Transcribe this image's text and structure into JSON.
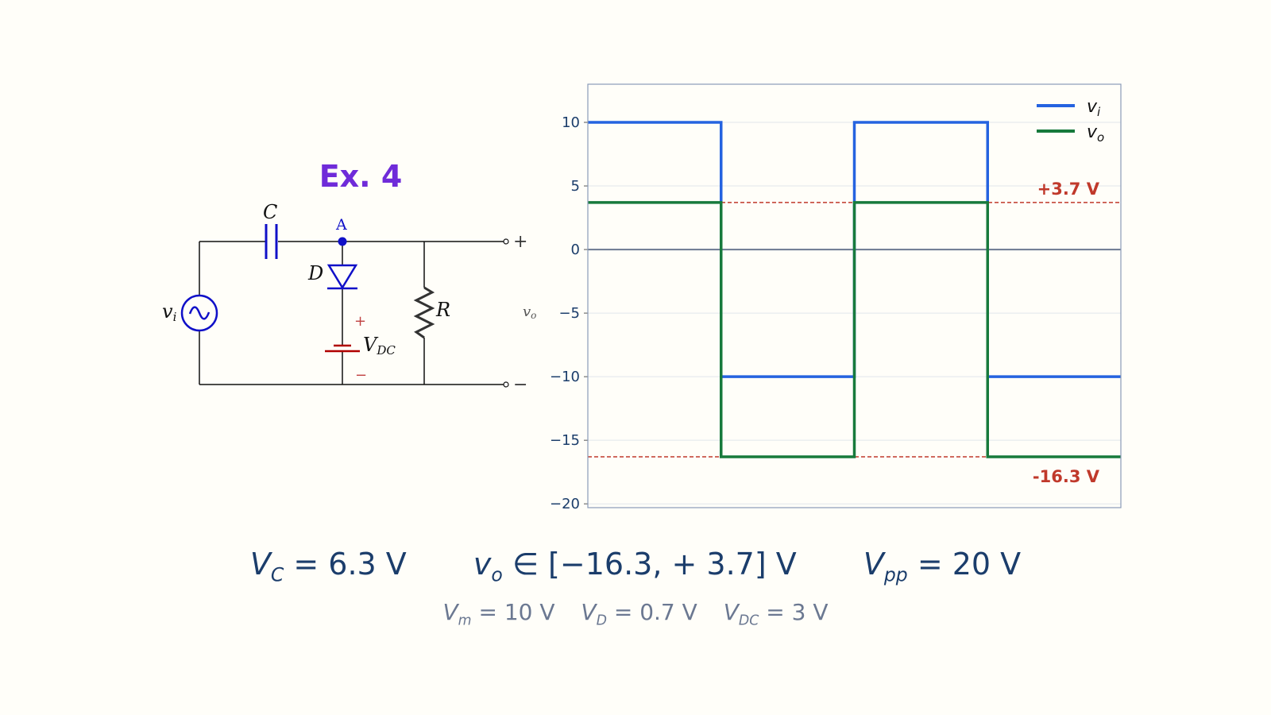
{
  "title": "Ex. 4",
  "colors": {
    "title": "#6f2bd9",
    "circuit_blue": "#1010c8",
    "battery_red": "#b00000",
    "vi": "#2563e0",
    "vo": "#177a3c",
    "clamp_lines": "#c0392b",
    "text": "#1b3d6b",
    "muted": "#6b7891"
  },
  "circuit": {
    "labels": {
      "capacitor": "C",
      "node": "A",
      "diode": "D",
      "resistor": "R",
      "source": "v",
      "source_sub": "i",
      "output": "v",
      "output_sub": "o",
      "battery": "V",
      "battery_sub": "DC",
      "plus": "+",
      "minus": "−"
    }
  },
  "chart_data": {
    "type": "line",
    "ylim": [
      -20.3,
      13
    ],
    "xlim": [
      0,
      4
    ],
    "yticks": [
      10,
      5,
      0,
      -5,
      -10,
      -15,
      -20
    ],
    "ytick_labels": [
      "10",
      "5",
      "0",
      "−5",
      "−10",
      "−15",
      "−20"
    ],
    "grid": true,
    "legend_position": "top-right",
    "series": [
      {
        "name": "v_i",
        "legend_main": "v",
        "legend_sub": "i",
        "color": "#2563e0",
        "points": [
          [
            0,
            10
          ],
          [
            1,
            10
          ],
          [
            1,
            -10
          ],
          [
            2,
            -10
          ],
          [
            2,
            10
          ],
          [
            3,
            10
          ],
          [
            3,
            -10
          ],
          [
            4,
            -10
          ]
        ]
      },
      {
        "name": "v_o",
        "legend_main": "v",
        "legend_sub": "o",
        "color": "#177a3c",
        "points": [
          [
            0,
            3.7
          ],
          [
            1,
            3.7
          ],
          [
            1,
            -16.3
          ],
          [
            2,
            -16.3
          ],
          [
            2,
            3.7
          ],
          [
            3,
            3.7
          ],
          [
            3,
            -16.3
          ],
          [
            4,
            -16.3
          ]
        ]
      }
    ],
    "reference_lines": [
      {
        "y": 3.7,
        "label": "+3.7 V",
        "color": "#c0392b"
      },
      {
        "y": -16.3,
        "label": "-16.3 V",
        "color": "#c0392b"
      },
      {
        "y": 0,
        "label": "",
        "color": "#6b7891"
      }
    ]
  },
  "formulas": {
    "vc": {
      "main": "V",
      "sub": "C",
      "rest": " = 6.3 V"
    },
    "vo": {
      "main": "v",
      "sub": "o",
      "rest": " ∈ [−16.3,  + 3.7] V"
    },
    "vpp": {
      "main": "V",
      "sub": "pp",
      "rest": " = 20 V"
    }
  },
  "params": {
    "vm": {
      "main": "V",
      "sub": "m",
      "rest": " = 10 V"
    },
    "vd": {
      "main": "V",
      "sub": "D",
      "rest": " = 0.7 V"
    },
    "vdc": {
      "main": "V",
      "sub": "DC",
      "rest": " = 3 V"
    }
  }
}
